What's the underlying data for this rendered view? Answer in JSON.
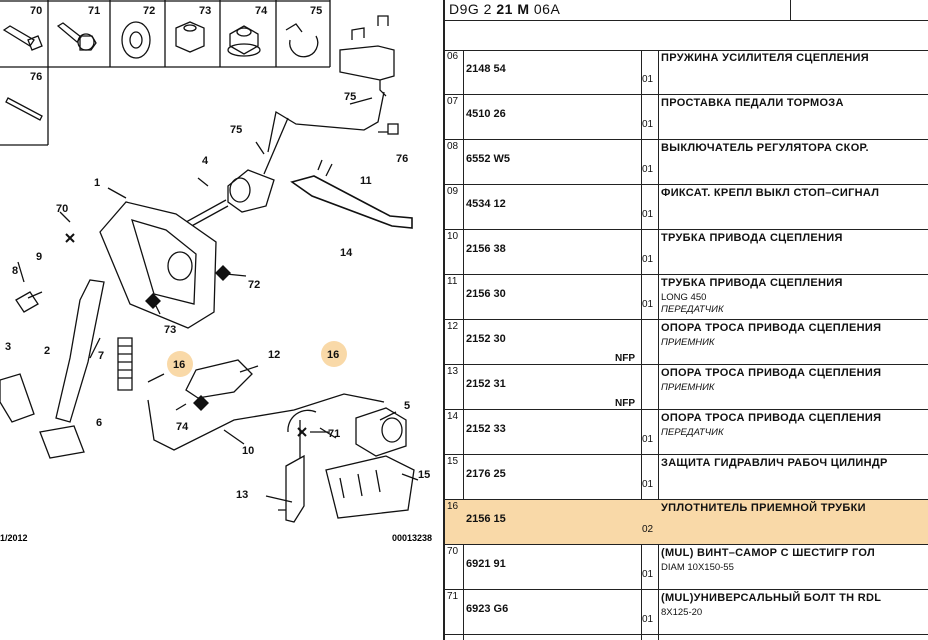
{
  "header": {
    "code_a": "D9G 2",
    "code_b": "21",
    "code_c": "M",
    "code_d": "06A"
  },
  "diagram": {
    "thumb_labels": [
      "70",
      "71",
      "72",
      "73",
      "74",
      "75",
      "76"
    ],
    "callouts": [
      "1",
      "2",
      "3",
      "4",
      "5",
      "6",
      "7",
      "8",
      "9",
      "10",
      "11",
      "12",
      "13",
      "14",
      "15",
      "16",
      "16",
      "70",
      "71",
      "72",
      "73",
      "74",
      "75",
      "75",
      "76"
    ],
    "footer_left": "1/2012",
    "footer_right": "00013238"
  },
  "rows": [
    {
      "idx": "06",
      "ref": "2148 54",
      "qty": "01",
      "name": "ПРУЖИНА УСИЛИТЕЛЯ СЦЕПЛЕНИЯ",
      "sub1": "",
      "sub2": "",
      "nfp": "",
      "hl": false
    },
    {
      "idx": "07",
      "ref": "4510 26",
      "qty": "01",
      "name": "ПРОСТАВКА ПЕДАЛИ ТОРМОЗА",
      "sub1": "",
      "sub2": "",
      "nfp": "",
      "hl": false
    },
    {
      "idx": "08",
      "ref": "6552 W5",
      "qty": "01",
      "name": "ВЫКЛЮЧАТЕЛЬ РЕГУЛЯТОРА СКОР.",
      "sub1": "",
      "sub2": "",
      "nfp": "",
      "hl": false
    },
    {
      "idx": "09",
      "ref": "4534 12",
      "qty": "01",
      "name": "ФИКСАТ. КРЕПЛ ВЫКЛ СТОП–СИГНАЛ",
      "sub1": "",
      "sub2": "",
      "nfp": "",
      "hl": false
    },
    {
      "idx": "10",
      "ref": "2156 38",
      "qty": "01",
      "name": "ТРУБКА ПРИВОДА СЦЕПЛЕНИЯ",
      "sub1": "",
      "sub2": "",
      "nfp": "",
      "hl": false
    },
    {
      "idx": "11",
      "ref": "2156 30",
      "qty": "01",
      "name": "ТРУБКА ПРИВОДА СЦЕПЛЕНИЯ",
      "sub1": "LONG 450",
      "sub2": "ПЕРЕДАТЧИК",
      "nfp": "",
      "hl": false
    },
    {
      "idx": "12",
      "ref": "2152 30",
      "qty": "",
      "name": "ОПОРА ТРОСА ПРИВОДА СЦЕПЛЕНИЯ",
      "sub1": "ПРИЕМНИК",
      "sub2": "",
      "nfp": "NFP",
      "hl": false,
      "sub1_it": true
    },
    {
      "idx": "13",
      "ref": "2152 31",
      "qty": "",
      "name": "ОПОРА ТРОСА ПРИВОДА СЦЕПЛЕНИЯ",
      "sub1": "ПРИЕМНИК",
      "sub2": "",
      "nfp": "NFP",
      "hl": false,
      "sub1_it": true
    },
    {
      "idx": "14",
      "ref": "2152 33",
      "qty": "01",
      "name": "ОПОРА ТРОСА ПРИВОДА СЦЕПЛЕНИЯ",
      "sub1": "ПЕРЕДАТЧИК",
      "sub2": "",
      "nfp": "",
      "hl": false,
      "sub1_it": true
    },
    {
      "idx": "15",
      "ref": "2176 25",
      "qty": "01",
      "name": "ЗАЩИТА ГИДРАВЛИЧ РАБОЧ ЦИЛИНДР",
      "sub1": "",
      "sub2": "",
      "nfp": "",
      "hl": false
    },
    {
      "idx": "16",
      "ref": "2156 15",
      "qty": "02",
      "name": "УПЛОТНИТЕЛЬ ПРИЕМНОЙ ТРУБКИ",
      "sub1": "",
      "sub2": "",
      "nfp": "",
      "hl": true
    },
    {
      "idx": "70",
      "ref": "6921 91",
      "qty": "01",
      "name": "(MUL) ВИНТ–САМОР С ШЕСТИГР ГОЛ",
      "sub1": "DIAM 10X150-55",
      "sub2": "",
      "nfp": "",
      "hl": false
    },
    {
      "idx": "71",
      "ref": "6923 G6",
      "qty": "01",
      "name": "(MUL)УНИВЕРСАЛЬНЫЙ БОЛТ ТН RDL",
      "sub1": "8X125-20",
      "sub2": "",
      "nfp": "",
      "hl": false
    }
  ]
}
